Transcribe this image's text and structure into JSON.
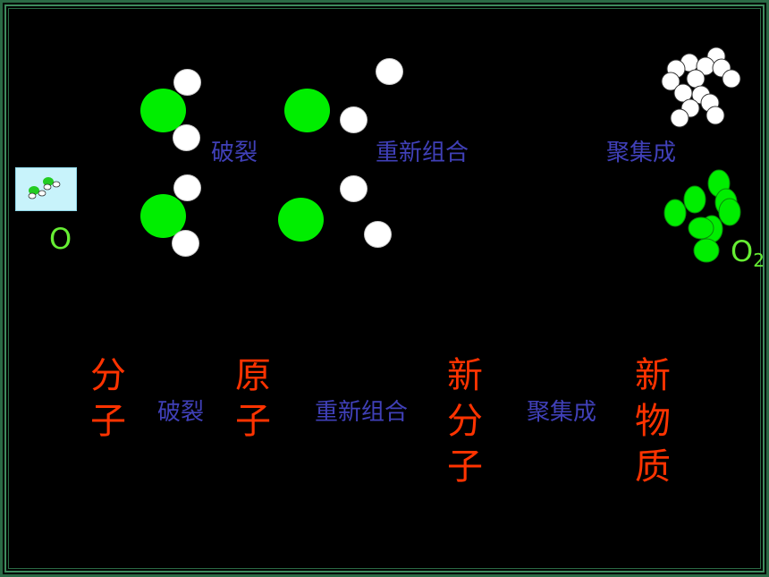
{
  "row_top": {
    "step1": "破裂",
    "step2": "重新组合",
    "step3": "聚集成"
  },
  "row_bottom": {
    "step1": "破裂",
    "step2": "重新组合",
    "step3": "聚集成"
  },
  "stages": {
    "molecule": [
      "分",
      "子"
    ],
    "atom": [
      "原",
      "子"
    ],
    "new_molecule": [
      "新",
      "分",
      "子"
    ],
    "new_substance": [
      "新",
      "物",
      "质"
    ]
  },
  "formulas": {
    "left": "O",
    "right_base": "O",
    "right_sub": "2"
  },
  "colors": {
    "background": "#000000",
    "oxygen_atom": "#00ee00",
    "hydrogen_atom": "#ffffff",
    "step_label": "#4040b8",
    "stage_label": "#ff3300",
    "formula": "#66ee33",
    "frame": "#2a6a45"
  }
}
